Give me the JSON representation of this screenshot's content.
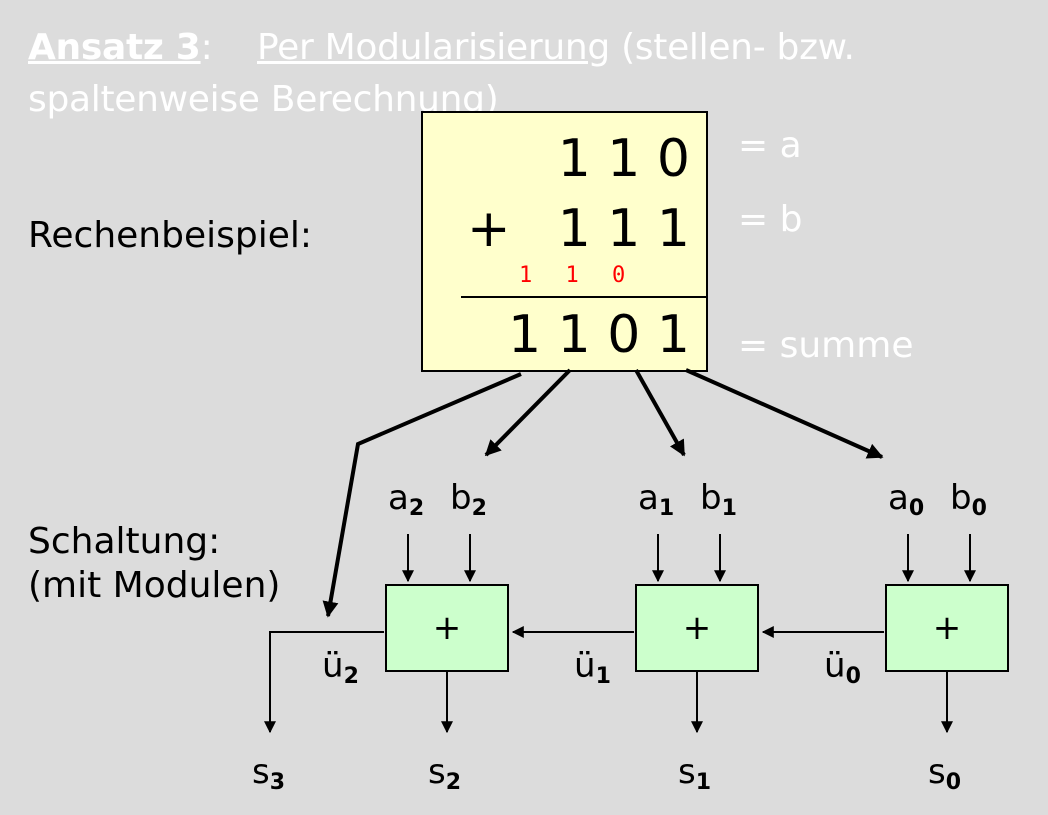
{
  "heading": {
    "label": "Ansatz 3",
    "colon": ":",
    "topic": "Per Modularisierung",
    "rest_line1": " (stellen- bzw.",
    "line2": "spaltenweise Berechnung)"
  },
  "labels": {
    "rechenbeispiel": "Rechenbeispiel:",
    "schaltung": "Schaltung:",
    "mit_modulen": "(mit Modulen)"
  },
  "calculation": {
    "operand_a": "1 1 0",
    "plus": "+",
    "operand_b": "1 1 1",
    "carries": "1 1 0",
    "sum": "1 1 0 1",
    "eq_a": "= a",
    "eq_b": "= b",
    "eq_sum": "= summe"
  },
  "modules": [
    {
      "symbol": "+",
      "in_a": "a",
      "in_b": "b",
      "index": "2",
      "carry_out": "ü",
      "carry_index": "2",
      "sum_out": "s",
      "sum_index": "2"
    },
    {
      "symbol": "+",
      "in_a": "a",
      "in_b": "b",
      "index": "1",
      "carry_out": "ü",
      "carry_index": "1",
      "sum_out": "s",
      "sum_index": "1"
    },
    {
      "symbol": "+",
      "in_a": "a",
      "in_b": "b",
      "index": "0",
      "carry_out": "ü",
      "carry_index": "0",
      "sum_out": "s",
      "sum_index": "0"
    }
  ],
  "final_carry": {
    "name": "s",
    "index": "3"
  },
  "colors": {
    "background": "#dcdcdc",
    "calc_box": "#ffffcc",
    "module": "#ccffcc",
    "carry_digits": "#ff0000",
    "white_text": "#ffffff"
  }
}
